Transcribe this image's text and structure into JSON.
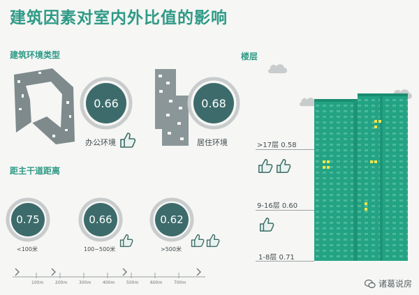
{
  "title": "建筑因素对室内外比值的影响",
  "sections": {
    "env_type": "建筑环境类型",
    "distance": "距主干道距离",
    "floors": "楼层"
  },
  "env_rings": [
    {
      "value": "0.66",
      "label": "办公环境"
    },
    {
      "value": "0.68",
      "label": "居住环境"
    }
  ],
  "distance_rings": [
    {
      "value": "0.75",
      "label": "<100米"
    },
    {
      "value": "0.66",
      "label": "100~500米"
    },
    {
      "value": "0.62",
      "label": ">500米"
    }
  ],
  "floors": [
    {
      "label": ">17层",
      "value": "0.58"
    },
    {
      "label": "9-16层",
      "value": "0.60"
    },
    {
      "label": "1-8层",
      "value": "0.71"
    }
  ],
  "axis_ticks": [
    "100m",
    "200m",
    "300m",
    "400m",
    "500m",
    "600m",
    "700m"
  ],
  "watermark": "诸葛说房",
  "colors": {
    "accent": "#2e9a86",
    "ring_fill": "#3d6b6b",
    "ring_track": "#c9cccc",
    "building": "#23a383"
  },
  "icons": [
    "thumbs-up-icon",
    "cloud-icon",
    "wechat-icon"
  ]
}
